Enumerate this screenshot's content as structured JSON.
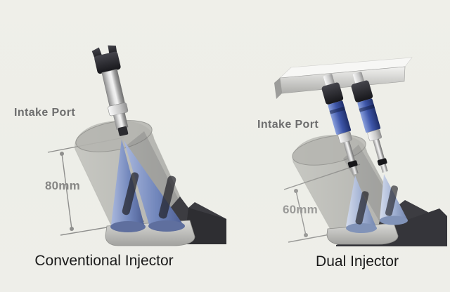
{
  "diagram": {
    "background_color": "#edeee8",
    "injector_blue": "#3d55a8",
    "spray_blue": "#7186bb",
    "line_gray": "#8f8f8d",
    "panels": [
      {
        "name": "conventional",
        "intake_port_label": "Intake Port",
        "spray_length": "80mm",
        "caption": "Conventional Injector"
      },
      {
        "name": "dual",
        "intake_port_label": "Intake Port",
        "spray_length": "60mm",
        "caption": "Dual Injector"
      }
    ]
  }
}
